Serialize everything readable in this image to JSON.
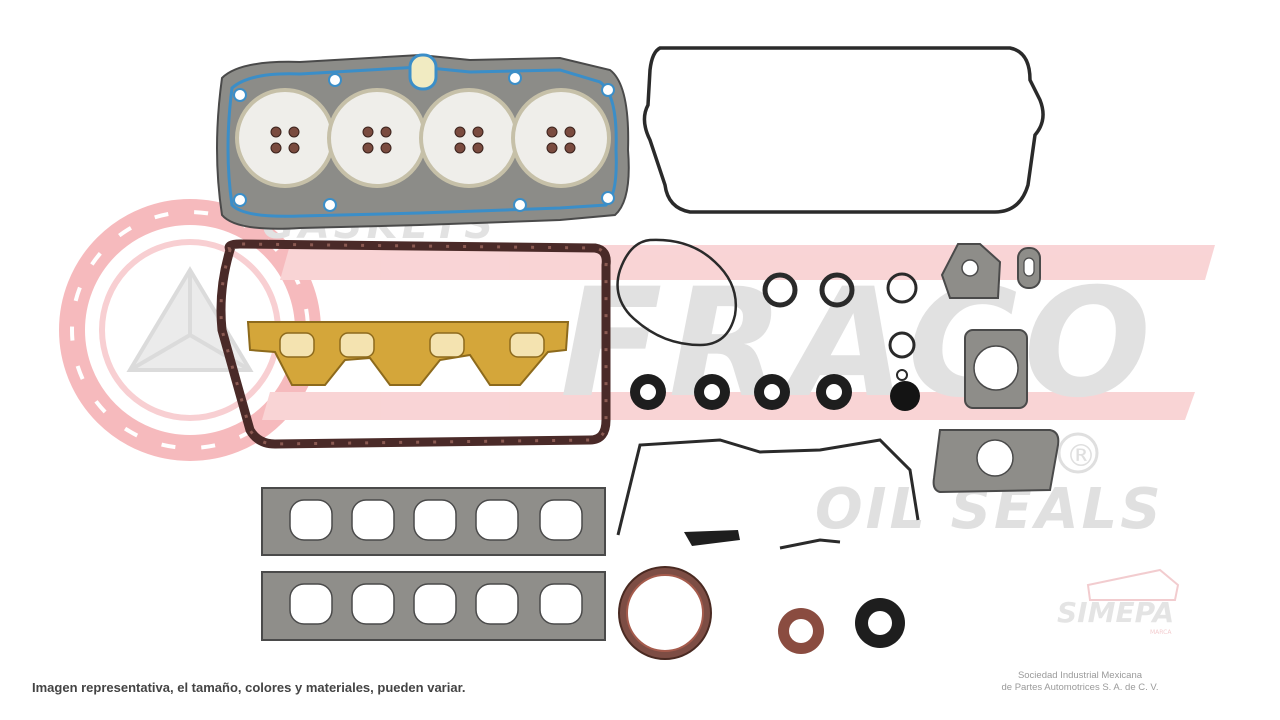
{
  "watermark": {
    "brand_word": "FRACO",
    "gaskets": "GASKETS",
    "oil_seals": "OIL SEALS",
    "registered": "®",
    "red": "#e6737a",
    "grey": "#cfcfcf"
  },
  "partner_logo": {
    "text": "SIMEPA",
    "sub": "MARCA"
  },
  "caption": "Imagen representativa, el tamaño, colores y materiales, pueden variar.",
  "company": {
    "line1": "Sociedad Industrial Mexicana",
    "line2": "de Partes Automotrices S. A. de C. V."
  }
}
